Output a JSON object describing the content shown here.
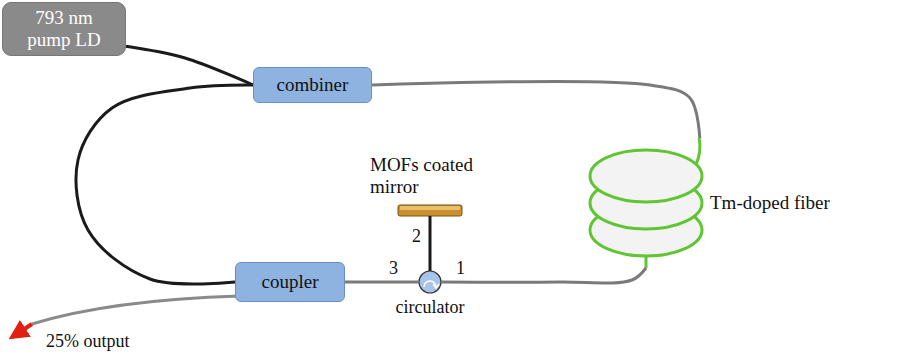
{
  "diagram": {
    "nodes": [
      {
        "text": [
          "793 nm pump LD"
        ]
      },
      {
        "text": [
          "combiner"
        ]
      },
      {
        "text": [
          "MOFs coated mirror"
        ]
      },
      {
        "text": [
          "Tm-doped fiber"
        ]
      },
      {
        "text": [
          "coupler"
        ]
      },
      {
        "text": [
          "circulator"
        ]
      }
    ],
    "edges": [
      {
        "from": 0,
        "to": 1,
        "arrow": "none"
      },
      {
        "from": 4,
        "to": 1,
        "arrow": "none"
      },
      {
        "from": 1,
        "to": 3,
        "arrow": "none"
      },
      {
        "from": 3,
        "to": 5,
        "arrow": "none"
      },
      {
        "from": 5,
        "to": 2,
        "arrow": "none"
      },
      {
        "from": 5,
        "to": 4,
        "arrow": "none"
      }
    ],
    "labels": [
      "2",
      "3",
      "1",
      "25% output"
    ]
  }
}
